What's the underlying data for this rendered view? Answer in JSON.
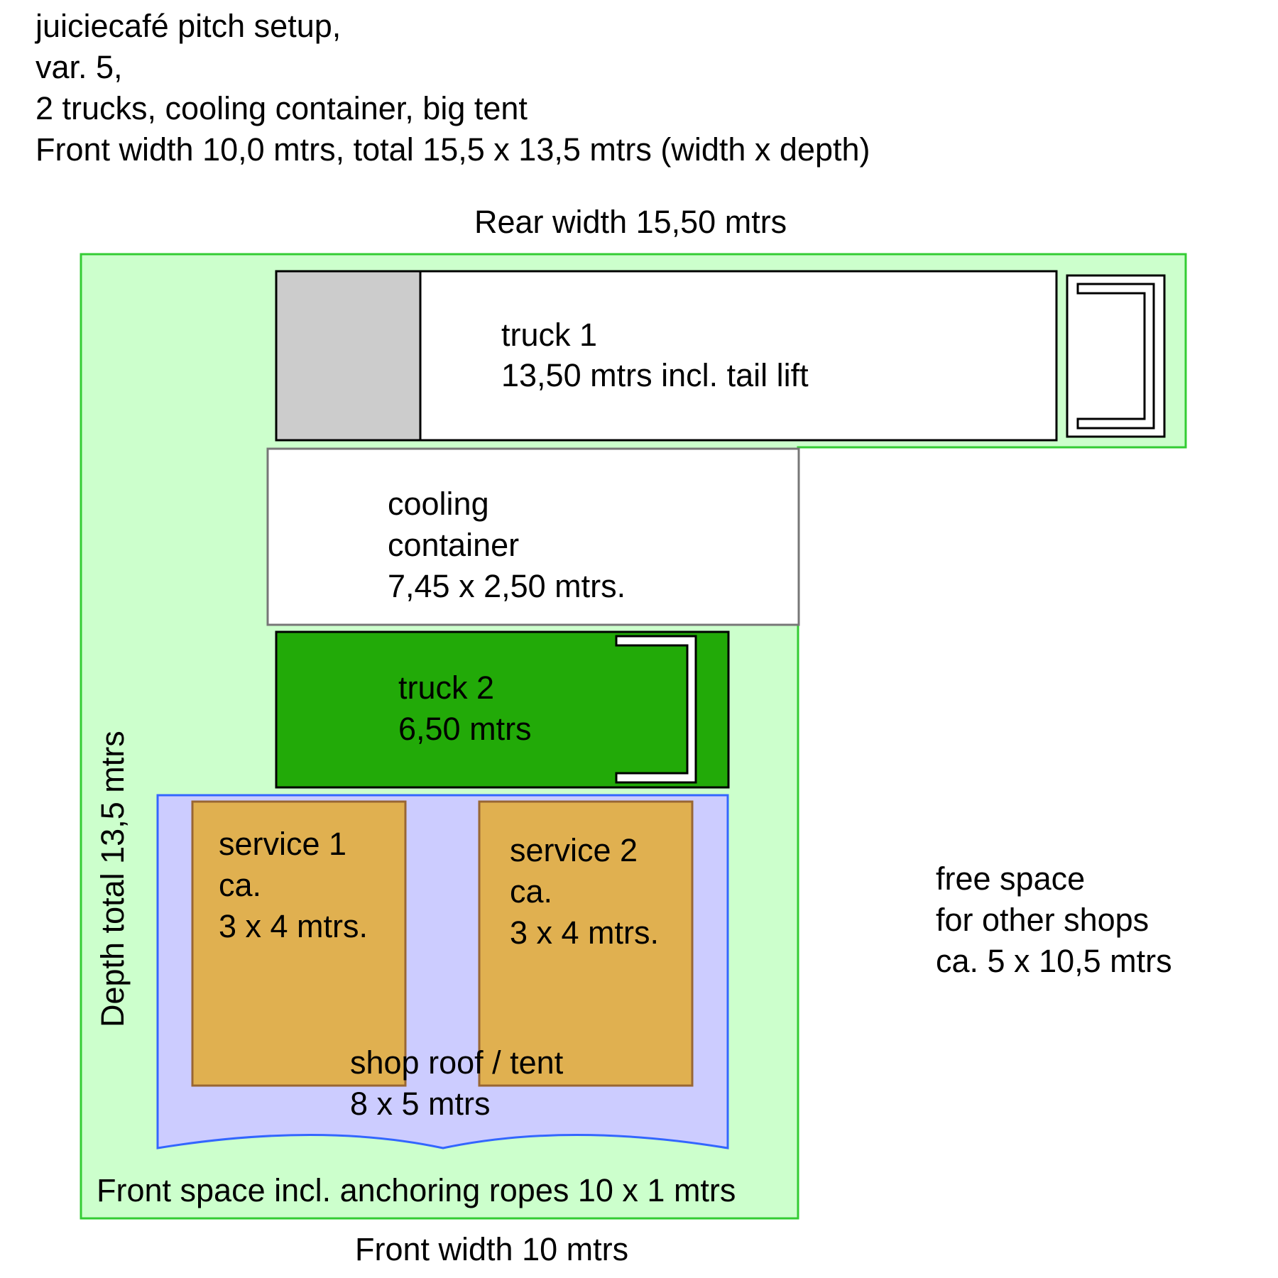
{
  "header": {
    "lines": [
      "juiciecafé pitch setup,",
      "var. 5,",
      "2 trucks, cooling container, big tent",
      "Front width 10,0 mtrs, total 15,5 x 13,5 mtrs (width x depth)"
    ]
  },
  "pitch": {
    "rear_width_label": "Rear width 15,50 mtrs",
    "front_width_label": "Front width 10 mtrs",
    "depth_label": "Depth total 13,5 mtrs",
    "front_space_label": "Front space incl. anchoring ropes 10 x 1 mtrs"
  },
  "truck1": {
    "lines": [
      "truck 1",
      "13,50 mtrs incl. tail lift"
    ]
  },
  "cooling_container": {
    "lines": [
      "cooling",
      "container",
      "7,45 x 2,50 mtrs."
    ]
  },
  "truck2": {
    "lines": [
      "truck 2",
      "6,50 mtrs"
    ]
  },
  "service1": {
    "lines": [
      "service 1",
      "ca.",
      "3 x 4 mtrs."
    ]
  },
  "service2": {
    "lines": [
      "service 2",
      "ca.",
      "3 x 4 mtrs."
    ]
  },
  "tent": {
    "lines": [
      "shop roof / tent",
      "8 x 5 mtrs"
    ]
  },
  "free_space": {
    "lines": [
      "free space",
      "for other shops",
      "ca. 5 x 10,5 mtrs"
    ]
  },
  "colors": {
    "pitch_fill": "#ccffcc",
    "pitch_border": "#33cc33",
    "truck_cab": "#cccccc",
    "truck2_fill": "#22aa08",
    "tent_fill": "#ccccff",
    "tent_border": "#3366ff",
    "service_fill": "#e0b050",
    "service_border": "#996633"
  }
}
